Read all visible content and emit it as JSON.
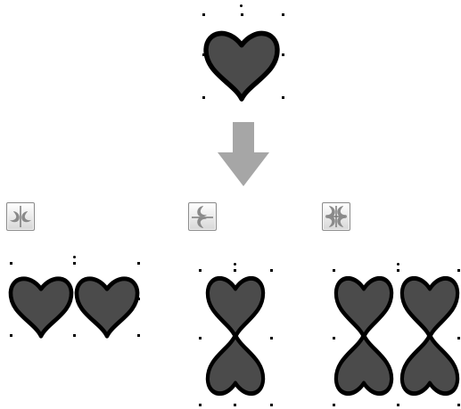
{
  "colors": {
    "heart_fill": "#4b4b4b",
    "heart_stroke": "#000000",
    "arrow": "#a6a6a6",
    "button_face": "#e6e6e6",
    "icon_glyph": "#8a8a8a"
  },
  "icons": {
    "source_shape": "heart-icon",
    "transform_arrow": "arrow-down-icon",
    "mirror_horizontal": "mirror-horizontal-icon",
    "mirror_vertical": "mirror-vertical-icon",
    "mirror_both": "mirror-both-icon"
  },
  "results": [
    {
      "mode": "mirror-horizontal",
      "copies": 2
    },
    {
      "mode": "mirror-vertical",
      "copies": 2
    },
    {
      "mode": "mirror-both",
      "copies": 4
    }
  ]
}
